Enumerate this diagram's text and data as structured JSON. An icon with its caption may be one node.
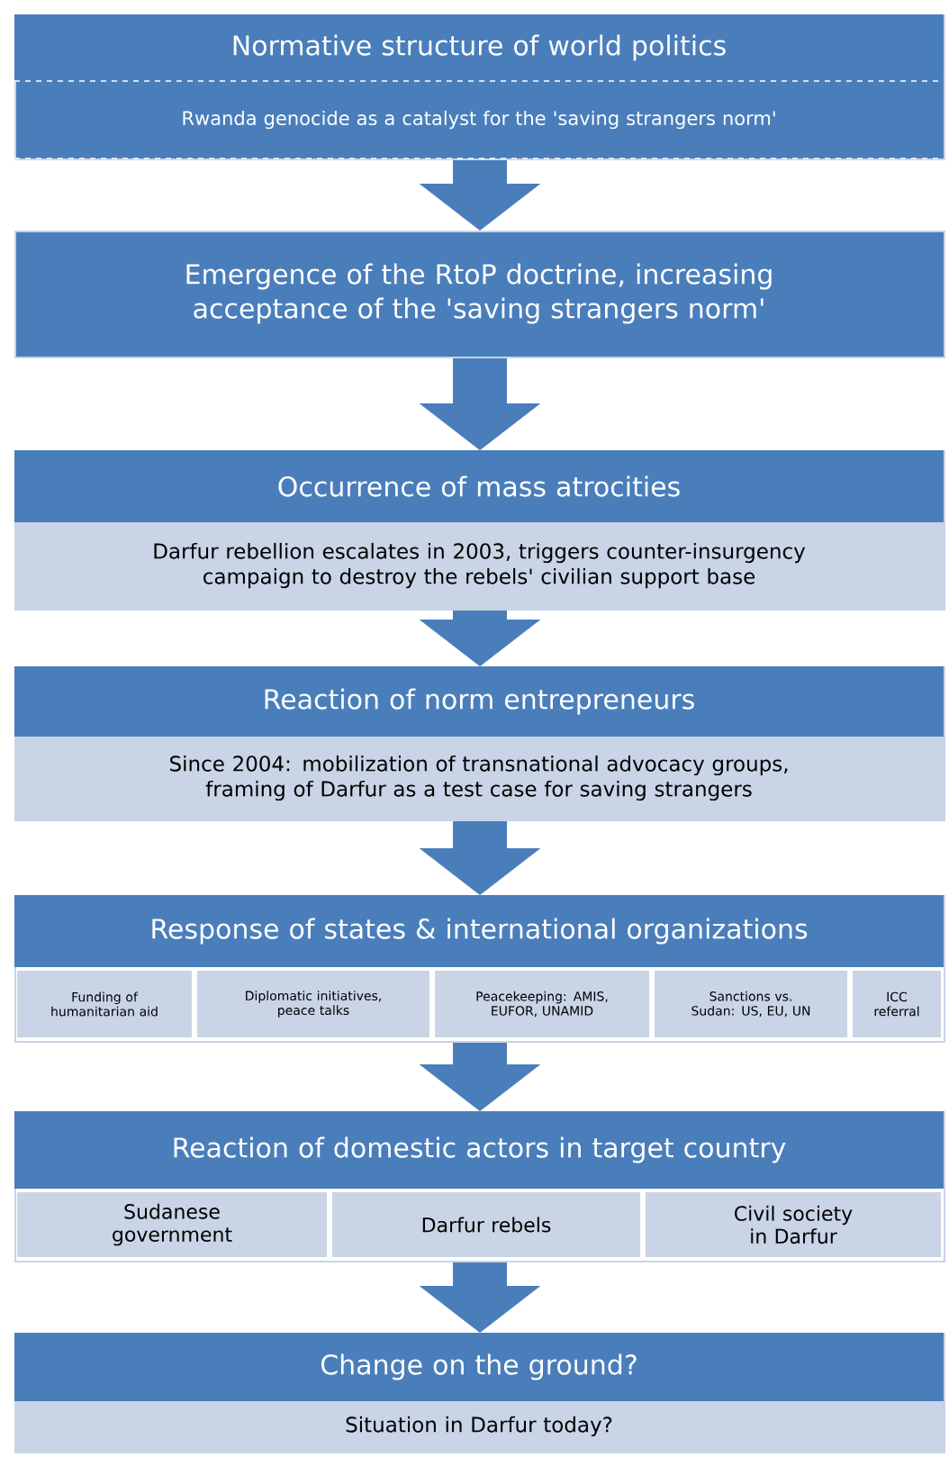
{
  "diagram": {
    "nodes": [
      {
        "text": [
          "Normative structure of world politics",
          "Rwanda genocide as a catalyst for the 'saving strangers norm'"
        ]
      },
      {
        "text": [
          "Emergence of the RtoP doctrine, increasing acceptance of the 'saving strangers norm'"
        ]
      },
      {
        "text": [
          "Occurrence of mass atrocities",
          "Darfur rebellion escalates in 2003, triggers counter-insurgency campaign to destroy the rebels' civilian support base"
        ]
      },
      {
        "text": [
          "Reaction of norm entrepreneurs",
          "Since 2004: mobilization of transnational advocacy groups, framing of Darfur as a test case for saving strangers"
        ]
      },
      {
        "text": [
          "Response of states & international organizations"
        ]
      },
      {
        "text": [
          "Funding of humanitarian aid"
        ],
        "in": 4
      },
      {
        "text": [
          "Diplomatic initiatives, peace talks"
        ],
        "in": 4
      },
      {
        "text": [
          "Peacekeeping: AMIS, EUFOR, UNAMID"
        ],
        "in": 4
      },
      {
        "text": [
          "Sanctions vs. Sudan: US, EU, UN"
        ],
        "in": 4
      },
      {
        "text": [
          "ICC referral"
        ],
        "in": 4
      },
      {
        "text": [
          "Reaction of domestic actors in target country"
        ]
      },
      {
        "text": [
          "Sudanese government"
        ],
        "in": 10
      },
      {
        "text": [
          "Darfur rebels"
        ],
        "in": 10
      },
      {
        "text": [
          "Civil society in Darfur"
        ],
        "in": 10
      },
      {
        "text": [
          "Change on the ground?",
          "Situation in Darfur today?"
        ]
      }
    ],
    "edges": [
      {
        "from": 0,
        "to": 1,
        "arrow": "to"
      },
      {
        "from": 1,
        "to": 2,
        "arrow": "to"
      },
      {
        "from": 2,
        "to": 3,
        "arrow": "to"
      },
      {
        "from": 3,
        "to": 4,
        "arrow": "to"
      },
      {
        "from": 4,
        "to": 10,
        "arrow": "to"
      },
      {
        "from": 10,
        "to": 14,
        "arrow": "to"
      }
    ]
  }
}
